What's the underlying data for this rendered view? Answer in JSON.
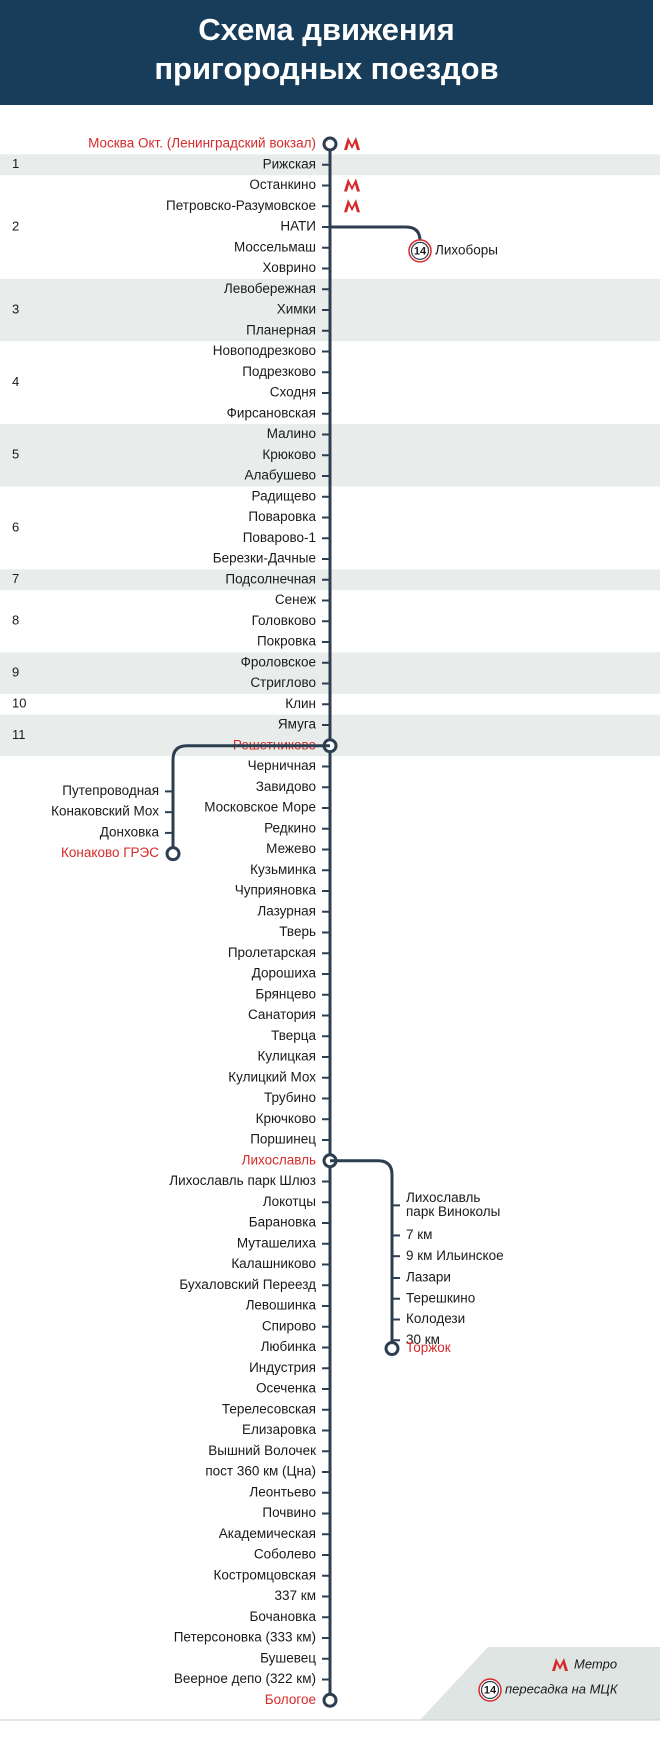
{
  "header": {
    "title_line1": "Схема движения",
    "title_line2": "пригородных поездов"
  },
  "colors": {
    "header_bg": "#173d5a",
    "line": "#2c3e50",
    "accent_red": "#d62a2a",
    "zone_band": "#e8ecea",
    "legend_bg": "#dfe5e3"
  },
  "zones": [
    {
      "label": "1"
    },
    {
      "label": "2"
    },
    {
      "label": "3"
    },
    {
      "label": "4"
    },
    {
      "label": "5"
    },
    {
      "label": "6"
    },
    {
      "label": "7"
    },
    {
      "label": "8"
    },
    {
      "label": "9"
    },
    {
      "label": "10"
    },
    {
      "label": "11"
    }
  ],
  "main_line": [
    {
      "name": "Москва Окт. (Ленинградский вокзал)",
      "red": true,
      "terminal": true,
      "metro": true
    },
    {
      "name": "Рижская"
    },
    {
      "name": "Останкино",
      "metro": true
    },
    {
      "name": "Петровско-Разумовское",
      "metro": true
    },
    {
      "name": "НАТИ"
    },
    {
      "name": "Моссельмаш"
    },
    {
      "name": "Ховрино"
    },
    {
      "name": "Левобережная"
    },
    {
      "name": "Химки"
    },
    {
      "name": "Планерная"
    },
    {
      "name": "Новоподрезково"
    },
    {
      "name": "Подрезково"
    },
    {
      "name": "Сходня"
    },
    {
      "name": "Фирсановская"
    },
    {
      "name": "Малино"
    },
    {
      "name": "Крюково"
    },
    {
      "name": "Алабушево"
    },
    {
      "name": "Радищево"
    },
    {
      "name": "Поваровка"
    },
    {
      "name": "Поварово-1"
    },
    {
      "name": "Березки-Дачные"
    },
    {
      "name": "Подсолнечная"
    },
    {
      "name": "Сенеж"
    },
    {
      "name": "Головково"
    },
    {
      "name": "Покровка"
    },
    {
      "name": "Фроловское"
    },
    {
      "name": "Стриглово"
    },
    {
      "name": "Клин"
    },
    {
      "name": "Ямуга"
    },
    {
      "name": "Решетниково",
      "red": true,
      "terminal": true
    },
    {
      "name": "Черничная"
    },
    {
      "name": "Завидово"
    },
    {
      "name": "Московское Море"
    },
    {
      "name": "Редкино"
    },
    {
      "name": "Межево"
    },
    {
      "name": "Кузьминка"
    },
    {
      "name": "Чуприяновка"
    },
    {
      "name": "Лазурная"
    },
    {
      "name": "Тверь"
    },
    {
      "name": "Пролетарская"
    },
    {
      "name": "Дорошиха"
    },
    {
      "name": "Брянцево"
    },
    {
      "name": "Санатория"
    },
    {
      "name": "Тверца"
    },
    {
      "name": "Кулицкая"
    },
    {
      "name": "Кулицкий Мох"
    },
    {
      "name": "Трубино"
    },
    {
      "name": "Крючково"
    },
    {
      "name": "Поршинец"
    },
    {
      "name": "Лихославль",
      "red": true,
      "terminal": true
    },
    {
      "name": "Лихославль парк Шлюз"
    },
    {
      "name": "Локотцы"
    },
    {
      "name": "Барановка"
    },
    {
      "name": "Муташелиха"
    },
    {
      "name": "Калашниково"
    },
    {
      "name": "Бухаловский Переезд"
    },
    {
      "name": "Левошинка"
    },
    {
      "name": "Спирово"
    },
    {
      "name": "Любинка"
    },
    {
      "name": "Индустрия"
    },
    {
      "name": "Осеченка"
    },
    {
      "name": "Терелесовская"
    },
    {
      "name": "Елизаровка"
    },
    {
      "name": "Вышний Волочек"
    },
    {
      "name": "пост 360 км (Цна)"
    },
    {
      "name": "Леонтьево"
    },
    {
      "name": "Почвино"
    },
    {
      "name": "Академическая"
    },
    {
      "name": "Соболево"
    },
    {
      "name": "Костромцовская"
    },
    {
      "name": "337 км"
    },
    {
      "name": "Бочановка"
    },
    {
      "name": "Петерсоновка (333 км)"
    },
    {
      "name": "Бушевец"
    },
    {
      "name": "Веерное депо (322 км)"
    },
    {
      "name": "Бологое",
      "red": true,
      "terminal": true
    }
  ],
  "branch_mck": {
    "badge": "14",
    "name": "Лихоборы"
  },
  "branch_konakovo": [
    {
      "name": "Путепроводная"
    },
    {
      "name": "Конаковский Мох"
    },
    {
      "name": "Донховка"
    },
    {
      "name": "Конаково ГРЭС",
      "red": true,
      "terminal": true
    }
  ],
  "branch_torzhok": [
    {
      "name": "Лихославль",
      "name2": "парк Виноколы"
    },
    {
      "name": "7 км"
    },
    {
      "name": "9 км Ильинское"
    },
    {
      "name": "Лазари"
    },
    {
      "name": "Терешкино"
    },
    {
      "name": "Колодези"
    },
    {
      "name": "30 км"
    },
    {
      "name": "Торжок",
      "red": true,
      "terminal": true
    }
  ],
  "legend": {
    "metro_label": "Метро",
    "mck_badge": "14",
    "mck_label": "пересадка на МЦК"
  }
}
